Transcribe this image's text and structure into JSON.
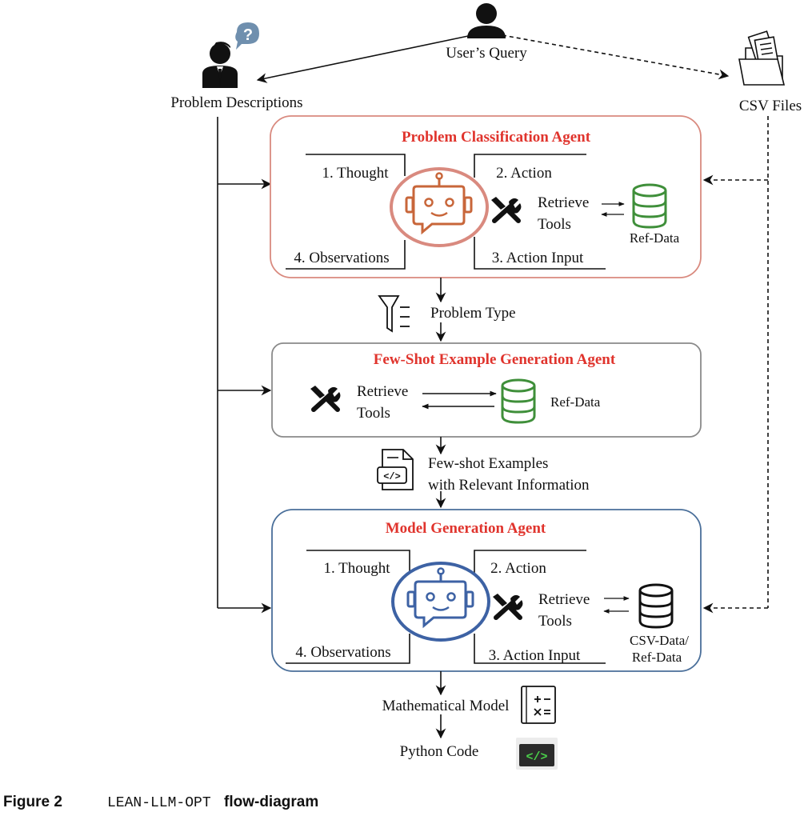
{
  "top": {
    "users_query": "User’s Query",
    "problem_descriptions": "Problem Descriptions",
    "csv_files": "CSV Files"
  },
  "pca": {
    "title": "Problem Classification Agent",
    "thought": "1. Thought",
    "action": "2. Action",
    "action_input": "3. Action Input",
    "observations": "4. Observations",
    "retrieve": "Retrieve",
    "tools": "Tools",
    "db_label": "Ref-Data"
  },
  "problem_type": "Problem Type",
  "fsa": {
    "title": "Few-Shot Example Generation Agent",
    "retrieve": "Retrieve",
    "tools": "Tools",
    "db_label": "Ref-Data"
  },
  "few_shot": {
    "line1": "Few-shot Examples",
    "line2": "with Relevant Information"
  },
  "mga": {
    "title": "Model Generation Agent",
    "thought": "1. Thought",
    "action": "2. Action",
    "action_input": "3. Action Input",
    "observations": "4. Observations",
    "retrieve": "Retrieve",
    "tools": "Tools",
    "db_label1": "CSV-Data/",
    "db_label2": "Ref-Data"
  },
  "outputs": {
    "math_model": "Mathematical Model",
    "python_code": "Python Code"
  },
  "caption": {
    "figure": "Figure 2",
    "code": "LEAN-LLM-OPT",
    "text": "flow-diagram"
  },
  "colors": {
    "pca_border": "#d98a7f",
    "fsa_border": "#8a8a8a",
    "mga_border": "#4a6f9a",
    "title_red": "#e0342d",
    "robot_orange": "#c8663a",
    "robot_blue": "#3d62a4",
    "db_green": "#3f8f3a",
    "code_green": "#4ad14a"
  }
}
